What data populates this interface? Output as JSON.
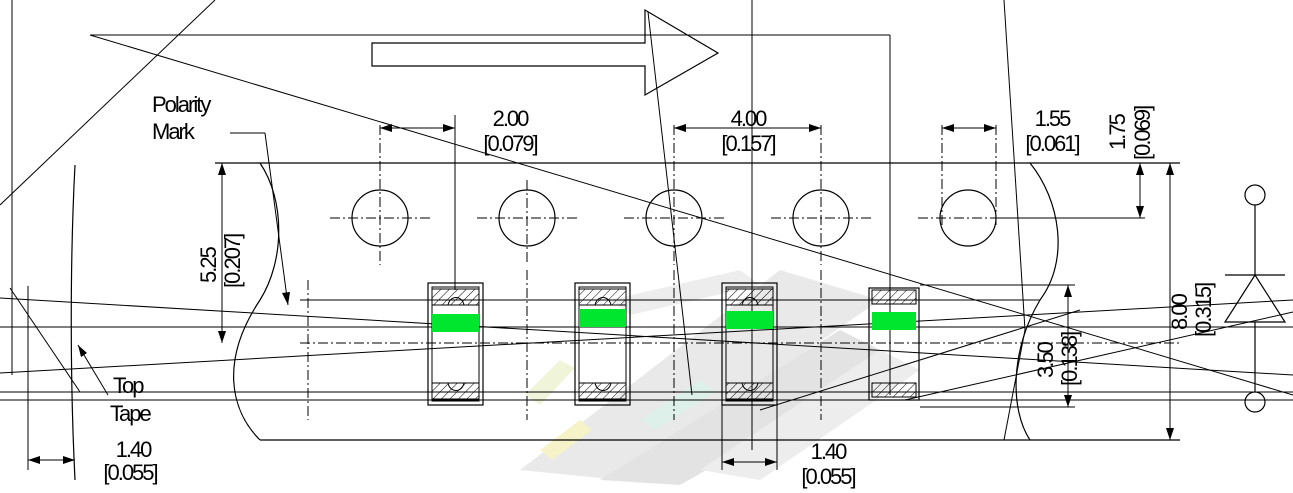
{
  "labels": {
    "polarity_line1": "Polarity",
    "polarity_line2": "Mark",
    "top_tape_line1": "Top",
    "top_tape_line2": "Tape"
  },
  "dimensions": {
    "pitch_small": {
      "mm": "2.00",
      "inch": "[0.079]"
    },
    "pitch_sprocket": {
      "mm": "4.00",
      "inch": "[0.157]"
    },
    "hole_diameter": {
      "mm": "1.55",
      "inch": "[0.061]"
    },
    "edge_to_hole": {
      "mm": "1.75",
      "inch": "[0.069]"
    },
    "hole_to_cavity": {
      "mm": "5.25",
      "inch": "[0.207]"
    },
    "tape_width": {
      "mm": "8.00",
      "inch": "[0.315]"
    },
    "cavity_length": {
      "mm": "3.50",
      "inch": "[0.138]"
    },
    "cover_thickness": {
      "mm": "1.40",
      "inch": "[0.055]"
    },
    "cavity_width": {
      "mm": "1.40",
      "inch": "[0.055]"
    }
  },
  "colors": {
    "line": "#000000",
    "polarity_band": "#00e62e"
  },
  "icons": {
    "diode_symbol": "diode-icon"
  }
}
